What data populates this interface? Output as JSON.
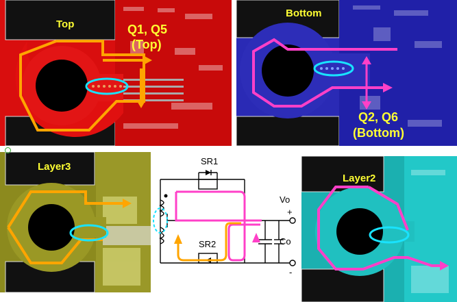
{
  "panels": {
    "top": {
      "title": "Top",
      "note_line1": "Q1, Q5",
      "note_line2": "(Top)"
    },
    "bottom": {
      "title": "Bottom",
      "note_line1": "Q2, Q6",
      "note_line2": "(Bottom)"
    },
    "layer3": {
      "title": "Layer3"
    },
    "layer2": {
      "title": "Layer2"
    }
  },
  "schematic": {
    "sr1": "SR1",
    "sr2": "SR2",
    "vo": "Vo",
    "plus": "+",
    "minus": "-",
    "co": "Co"
  },
  "colors": {
    "top_board": "#d90e0e",
    "bottom_board": "#2626b8",
    "layer3_board": "#8c8a1e",
    "layer2_board": "#1bb0b0",
    "label": "#ffff33",
    "orange_path": "#ffa500",
    "magenta_path": "#ff40c8",
    "cyan_marker": "#19e3ff"
  }
}
